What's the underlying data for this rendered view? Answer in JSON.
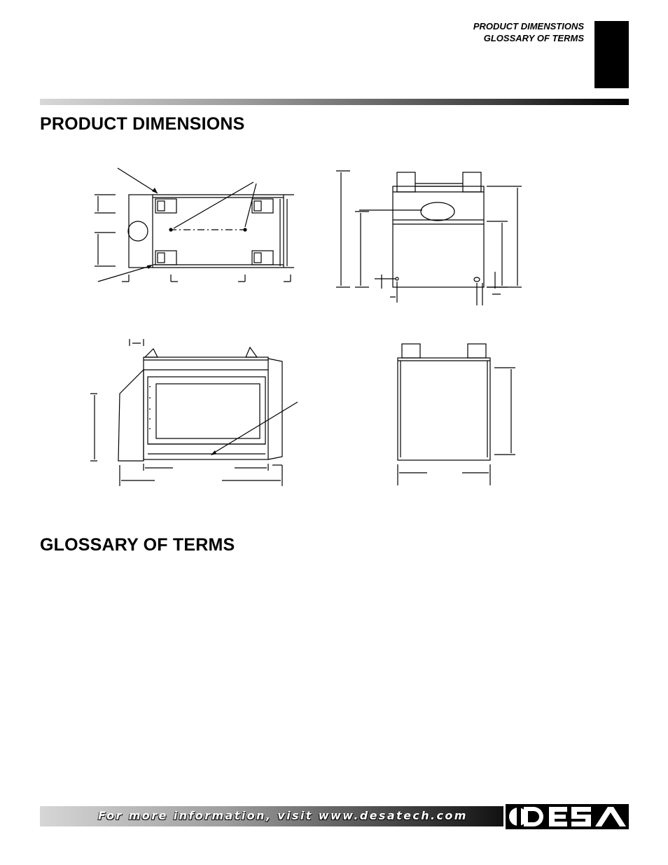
{
  "header": {
    "line1": "PRODUCT DIMENSTIONS",
    "line2": "GLOSSARY OF TERMS"
  },
  "sections": {
    "dimensions_title": "PRODUCT DIMENSIONS",
    "glossary_title": "GLOSSARY OF TERMS"
  },
  "footer": {
    "text": "For more information, visit www.desatech.com",
    "logo_text": "DESA"
  }
}
